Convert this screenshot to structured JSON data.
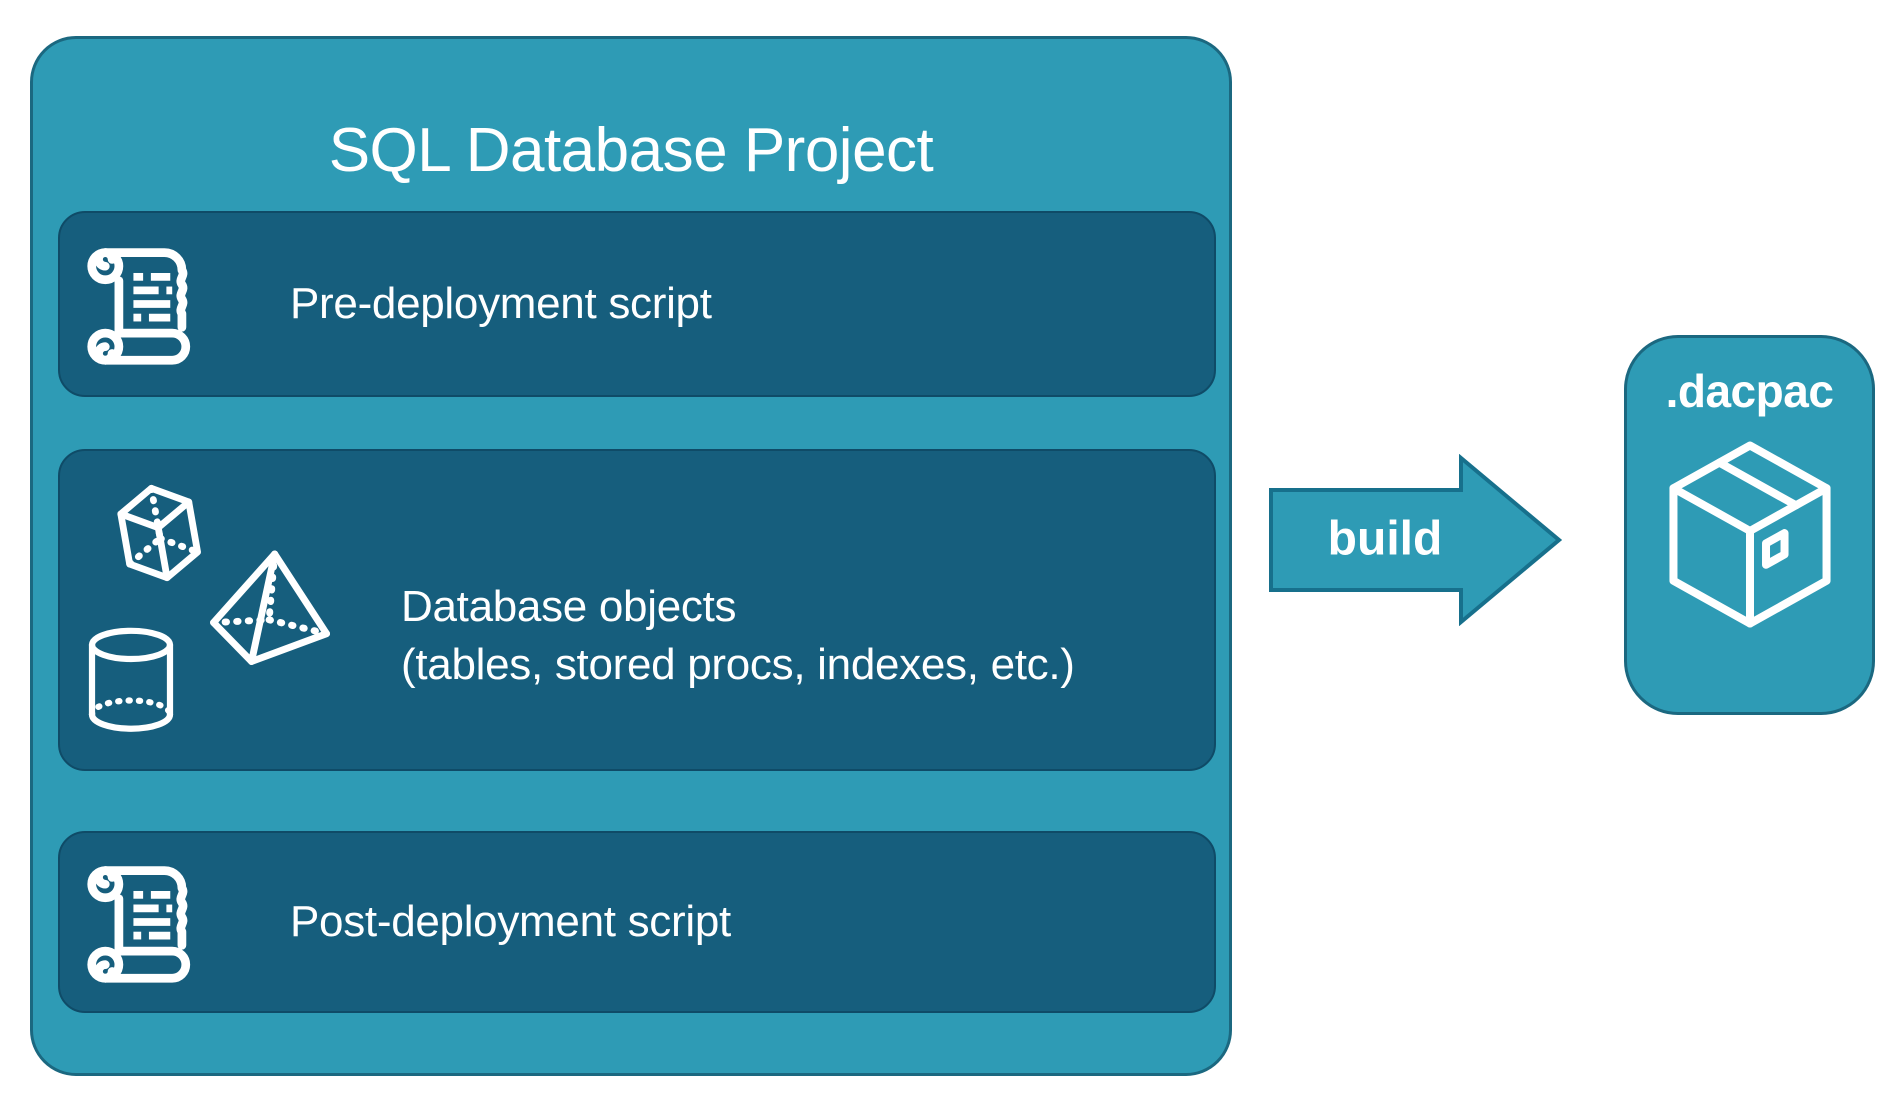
{
  "colors": {
    "teal": "#2E9BB5",
    "teal-border": "#1B6880",
    "dark": "#165E7D",
    "dark-border": "#0F4B67",
    "white": "#FFFFFF"
  },
  "project": {
    "title": "SQL Database Project",
    "rows": [
      {
        "id": "pre-deployment",
        "icon": "scroll-icon",
        "label": "Pre-deployment script"
      },
      {
        "id": "database-objects",
        "icons": [
          "cube-icon",
          "pyramid-icon",
          "cylinder-icon"
        ],
        "line1": "Database objects",
        "line2": "(tables, stored procs, indexes, etc.)"
      },
      {
        "id": "post-deployment",
        "icon": "scroll-icon",
        "label": "Post-deployment script"
      }
    ]
  },
  "arrow": {
    "label": "build"
  },
  "output": {
    "label": ".dacpac",
    "icon": "package-icon"
  }
}
